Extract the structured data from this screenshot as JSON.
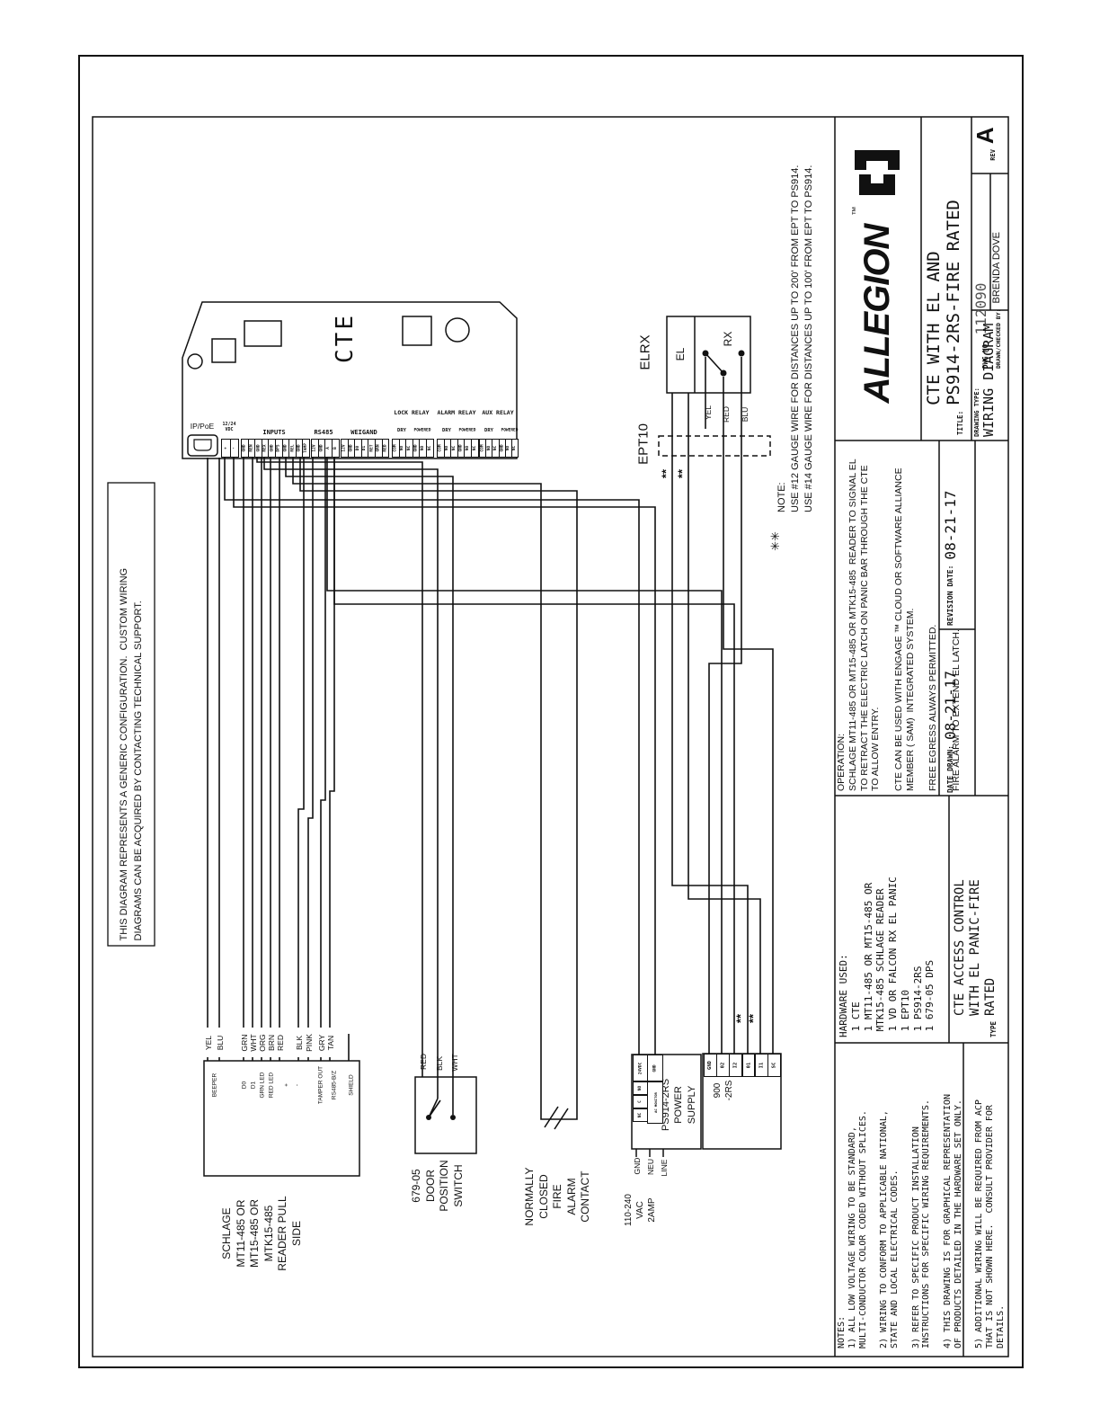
{
  "page": {
    "disclaimer": "THIS DIAGRAM REPRESENTS A GENERIC CONFIGURATION.  CUSTOM WIRING\nDIAGRAMS CAN BE ACQUIRED BY CONTACTING TECHNICAL SUPPORT."
  },
  "cte": {
    "name": "CTE",
    "ip_poe": "IP/PoE",
    "groups": [
      {
        "label": "12/24\nVDC",
        "terminals": [
          "+",
          "-"
        ]
      },
      {
        "label": "INPUTS",
        "terminals": [
          "GND",
          "REN",
          "GND",
          "REX",
          "GND",
          "DPS",
          "GND",
          "REL",
          "GND",
          "TAMP"
        ]
      },
      {
        "label": "RS485",
        "terminals": [
          "12V",
          "GND",
          "A",
          "B"
        ]
      },
      {
        "label": "WEIGAND",
        "terminals": [
          "12V",
          "GND",
          "D0",
          "D1",
          "RET",
          "GRN",
          "RED"
        ]
      },
      {
        "label": "LOCK RELAY",
        "sub": [
          "DRY",
          "POWERED"
        ],
        "terminals": [
          "COM",
          "NO",
          "NC",
          "GND",
          "NO",
          "NC"
        ]
      },
      {
        "label": "ALARM RELAY",
        "sub": [
          "DRY",
          "POWERED"
        ],
        "terminals": [
          "COM",
          "NO",
          "NC",
          "GND",
          "NO",
          "NC"
        ]
      },
      {
        "label": "AUX RELAY",
        "sub": [
          "DRY",
          "POWERED"
        ],
        "terminals": [
          "COM",
          "NO",
          "NC",
          "GND",
          "NO",
          "NC"
        ]
      }
    ]
  },
  "reader": {
    "wire_colors": [
      "YEL",
      "BLU",
      "GRN",
      "WHT",
      "ORG",
      "BRN",
      "RED",
      "BLK",
      "PINK",
      "GRY",
      "TAN"
    ],
    "terminals": [
      "BEEPER",
      "D0",
      "D1",
      "GRN LED",
      "RED LED",
      "+",
      "-",
      "TAMPER OUT",
      "RS485-B/Z",
      "SHIELD"
    ],
    "label": "SCHLAGE\nMT11-485 OR\nMT15-485 OR\nMTK15-485\nREADER PULL\nSIDE"
  },
  "dps": {
    "wire_colors": [
      "RED",
      "BLK",
      "WHT"
    ],
    "label": "679-05\nDOOR\nPOSITION\nSWITCH"
  },
  "fire": {
    "label": "NORMALLY\nCLOSED\nFIRE\nALARM\nCONTACT"
  },
  "elrx": {
    "label": "ELRX",
    "el": "EL",
    "rx": "RX",
    "wire_colors": [
      "YEL",
      "RED",
      "BLU"
    ]
  },
  "ept10": {
    "label": "EPT10",
    "marks": "**"
  },
  "ps914": {
    "label": "PS914-2RS\nPOWER\nSUPPLY",
    "terminals": {
      "v24": "24VDC",
      "gnd": "GND",
      "no": "NO",
      "c": "C",
      "nc": "NC",
      "ac": "AC MONITOR"
    },
    "bottom_terminals": [
      "GND",
      "NEU",
      "LINE"
    ],
    "input_label": "110-240\nVAC\n2AMP"
  },
  "rs900": {
    "label": "900\n-2RS",
    "terminals": [
      "GND",
      "02",
      "I2",
      "01",
      "I1",
      "SC"
    ]
  },
  "note": {
    "marks": "✳✳",
    "text": "NOTE:\nUSE #12 GAUGE WIRE FOR DISTANCES UP TO 200' FROM EPT TO PS914.\nUSE #14 GAUGE WIRE FOR DISTANCES UP TO 100' FROM EPT TO PS914."
  },
  "titleblock": {
    "brand": "ALLEGION",
    "brand_tm": "™",
    "title_label": "TITLE:",
    "title": "CTE WITH EL AND\nPS914-2RS-FIRE RATED",
    "dwg_no_label": "DWG NO:",
    "dwg_no": "112090",
    "drawn_label": "DRAWN/CHECKED BY:",
    "drawn_by": "BRENDA DOVE",
    "drawing_type_label": "DRAWING TYPE:",
    "drawing_type": "WIRING DIAGRAM",
    "rev_label": "REV",
    "rev": "A",
    "operation": "OPERATION:\nSCHLAGE MT11-485 OR MT15-485 OR MTK15-485  READER TO SIGNAL EL\nTO RETRACT THE ELECTRIC LATCH ON PANIC BAR THROUGH THE CTE\nTO ALLOW ENTRY.\n\nCTE CAN BE USED WITH ENGAGE ™ CLOUD OR SOFTWARE ALLIANCE\nMEMBER ( SAM)  INTEGRATED SYSTEM.\n\nFREE EGRESS ALWAYS PERMITTED.\n\nFIRE ALARM TO EXTEND EL LATCH.",
    "revision_date_label": "REVISION DATE:",
    "revision_date": "08-21-17",
    "date_drawn_label": "DATE DRAWN:",
    "date_drawn": "08-21-17",
    "hardware": "HARDWARE USED:\n 1 CTE\n 1 MT11-485 OR MT15-485 OR\n MTK15-485 SCHLAGE READER\n 1 VD OR FALCON RX EL PANIC\n 1 EPT10\n 1 PS914-2RS\n 1 679-05 DPS",
    "type_label": "TYPE",
    "type": "CTE ACCESS CONTROL\nWITH EL PANIC-FIRE\nRATED",
    "notes": "NOTES:\n1) ALL LOW VOLTAGE WIRING TO BE STANDARD,\nMULTI-CONDUCTOR COLOR CODED WITHOUT SPLICES.\n\n2) WIRING TO CONFORM TO APPLICABLE NATIONAL,\nSTATE AND LOCAL ELECTRICAL CODES.\n\n3) REFER TO SPECIFIC PRODUCT INSTALLATION\nINSTRUCTIONS FOR SPECIFIC WIRING REQUIREMENTS.\n\n4) THIS DRAWING IS FOR GRAPHICAL REPRESENTATION\nOF PRODUCTS DETAILED IN THE HARDWARE SET ONLY.\n\n5) ADDITIONAL WIRING WILL BE REQUIRED FROM ACP\nTHAT IS NOT SHOWN HERE.  CONSULT PROVIDER FOR\nDETAILS."
  }
}
